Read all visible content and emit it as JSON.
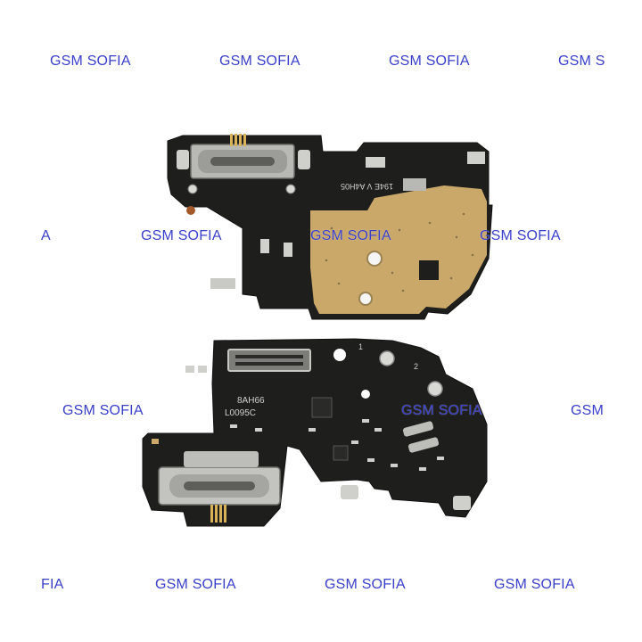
{
  "watermarks": {
    "r1": [
      "GSM SOFIA",
      "GSM SOFIA",
      "GSM SOFIA",
      "GSM S"
    ],
    "r2": [
      "A",
      "GSM SOFIA",
      "GSM SOFIA",
      "GSM SOFIA"
    ],
    "r3": [
      "GSM SOFIA",
      "GSM SOFIA",
      "GSM"
    ],
    "r4": [
      "FIA",
      "GSM SOFIA",
      "GSM SOFIA",
      "GSM SOFIA"
    ]
  },
  "board_top": {
    "marking": "194E V A4H05"
  },
  "board_bottom": {
    "marking1": "8AH66",
    "marking2": "L0095C",
    "label1": "1",
    "label2": "2"
  },
  "colors": {
    "pcb": "#1e1e1c",
    "copper": "#c9a86a",
    "watermark": "#3a3fc8"
  }
}
